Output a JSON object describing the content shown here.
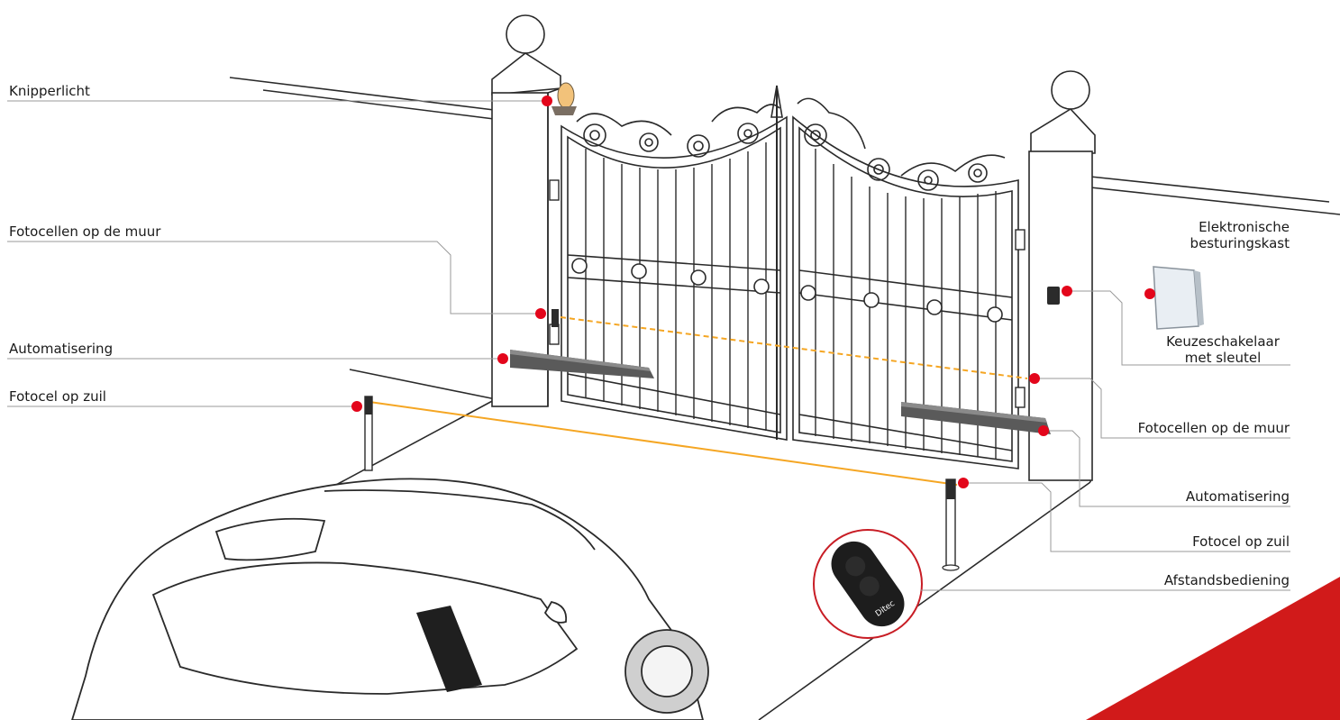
{
  "labels": {
    "knipperlicht": "Knipperlicht",
    "fotocellen_muur_left": "Fotocellen op de muur",
    "automatisering_left": "Automatisering",
    "fotocel_zuil_left": "Fotocel op zuil",
    "besturingskast_line1": "Elektronische",
    "besturingskast_line2": "besturingskast",
    "keuzeschakelaar_line1": "Keuzeschakelaar",
    "keuzeschakelaar_line2": "met sleutel",
    "fotocellen_muur_right": "Fotocellen op de muur",
    "automatisering_right": "Automatisering",
    "fotocel_zuil_right": "Fotocel op zuil",
    "afstandsbediening": "Afstandsbediening"
  },
  "remote_brand": "Ditec",
  "colors": {
    "marker": "#e3061b",
    "beam": "#f5a623",
    "accent_corner": "#d11a1a",
    "line": "#2a2a2a",
    "leader": "#9a9a9a"
  }
}
